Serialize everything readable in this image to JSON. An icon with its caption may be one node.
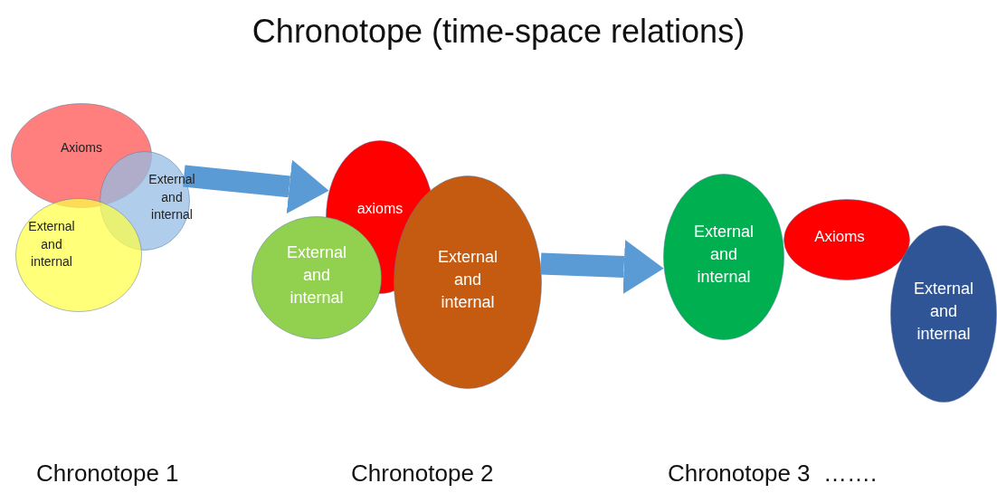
{
  "diagram": {
    "title": "Chronotope (time-space relations)",
    "nodes": [
      {
        "text": [
          "Axioms"
        ]
      },
      {
        "text": [
          "External and internal"
        ]
      },
      {
        "text": [
          "External and internal"
        ]
      },
      {
        "text": [
          "axioms"
        ]
      },
      {
        "text": [
          "External and internal"
        ]
      },
      {
        "text": [
          "External and internal"
        ]
      },
      {
        "text": [
          "External and internal"
        ]
      },
      {
        "text": [
          "Axioms"
        ]
      },
      {
        "text": [
          "External and internal"
        ]
      }
    ],
    "edges": [
      {
        "from": 1,
        "to": 3,
        "arrow": "to"
      },
      {
        "from": 5,
        "to": 6,
        "arrow": "to"
      }
    ],
    "labels": [
      "Chronotope 1",
      "Chronotope 2",
      "Chronotope 3  ……."
    ]
  }
}
